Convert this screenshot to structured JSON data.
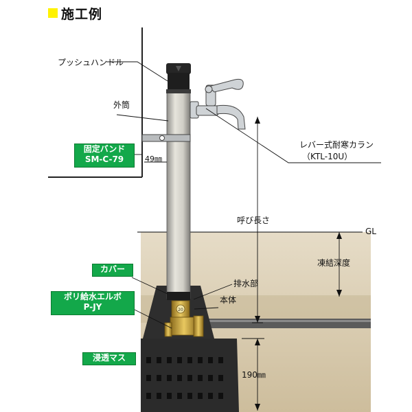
{
  "title": "施工例",
  "colors": {
    "title_mark": "#fff200",
    "callout_bg": "#13a84a",
    "ground": "#d8c9ad",
    "pipe": "#d2d0c8",
    "brass": "#c9a33a",
    "box": "#2e2e2e"
  },
  "labels": {
    "push_handle": "プッシュハンドル",
    "outer_tube": "外筒",
    "lever_faucet": "レバー式耐寒カラン",
    "lever_faucet_model": "（KTL-10U）",
    "nominal_length": "呼び長さ",
    "gl": "GL",
    "frost_depth": "凍結深度",
    "drain": "排水部",
    "body": "本体",
    "dim_49": "49㎜",
    "dim_190": "190㎜"
  },
  "callouts": {
    "band_line1": "固定バンド",
    "band_line2": "SM-C-79",
    "cover": "カバー",
    "poly_line1": "ポリ給水エルボ",
    "poly_line2": "P-JY",
    "masu": "浸透マス"
  },
  "icons": [
    "title-square-icon",
    "faucet-icon",
    "push-handle-icon"
  ]
}
